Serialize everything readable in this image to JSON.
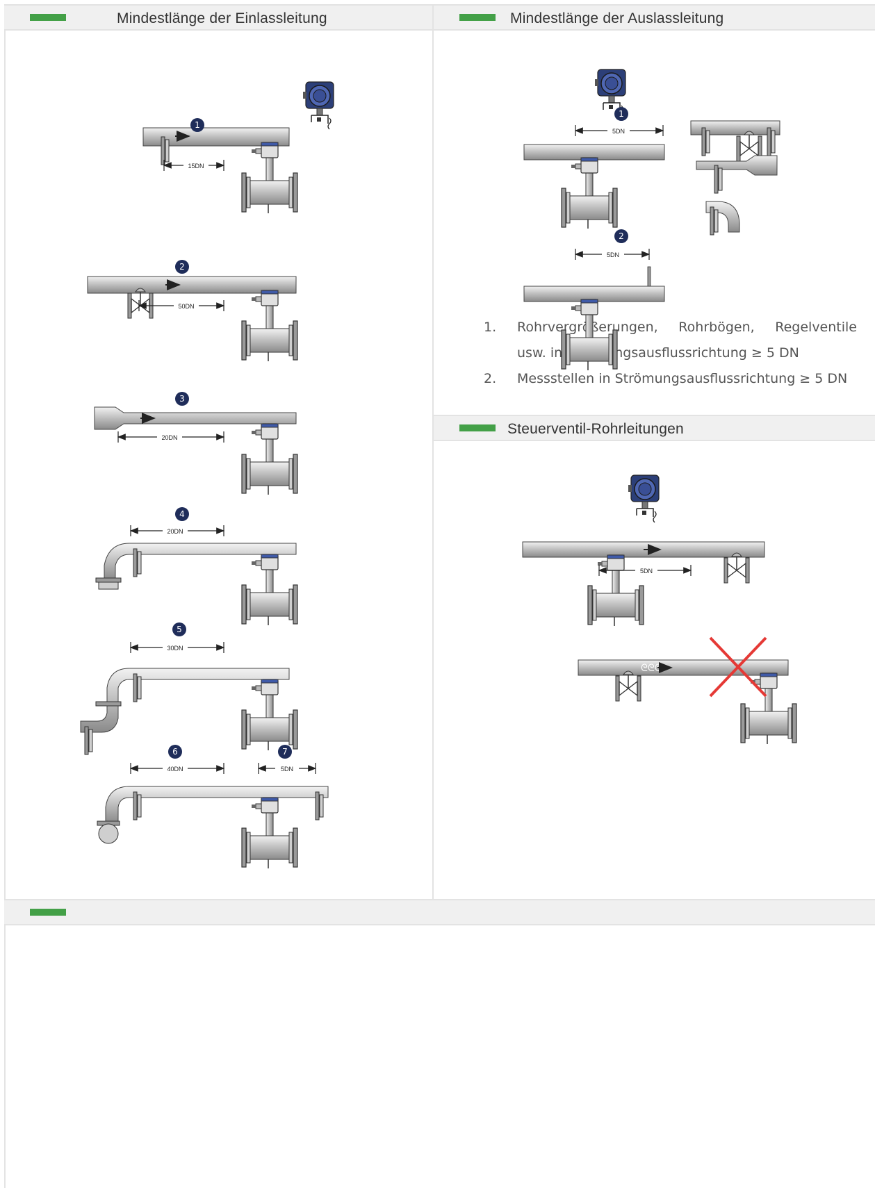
{
  "sections": {
    "inlet": {
      "title": "Mindestlänge der Einlassleitung"
    },
    "outlet": {
      "title": "Mindestlänge der Auslassleitung"
    },
    "control_valve": {
      "title": "Steuerventil-Rohrleitungen"
    },
    "bottom": {
      "title": ""
    }
  },
  "inlet_diagrams": [
    {
      "marker": "1",
      "dimension": "15DN"
    },
    {
      "marker": "2",
      "dimension": "50DN"
    },
    {
      "marker": "3",
      "dimension": "20DN"
    },
    {
      "marker": "4",
      "dimension": "20DN"
    },
    {
      "marker": "5",
      "dimension": "30DN"
    },
    {
      "marker": "6",
      "dimension": "40DN"
    },
    {
      "marker": "7",
      "dimension": "5DN"
    }
  ],
  "outlet_diagrams": [
    {
      "marker": "1",
      "dimension": "5DN"
    },
    {
      "marker": "2",
      "dimension": "5DN"
    }
  ],
  "outlet_notes": [
    {
      "number": "1.",
      "text": "Rohrvergrößerungen, Rohrbögen, Regelventile usw. in Strömungsausflussrichtung ≥ 5 DN"
    },
    {
      "number": "2.",
      "text": "Messstellen in Strömungsausflussrichtung ≥ 5 DN"
    }
  ],
  "control_valve_diagram": {
    "dimension": "5DN"
  },
  "colors": {
    "accent_green": "#43a047",
    "marker_navy": "#1f2d5a",
    "pipe_gray": "#c9c9c9",
    "cross_red": "#e53935"
  }
}
